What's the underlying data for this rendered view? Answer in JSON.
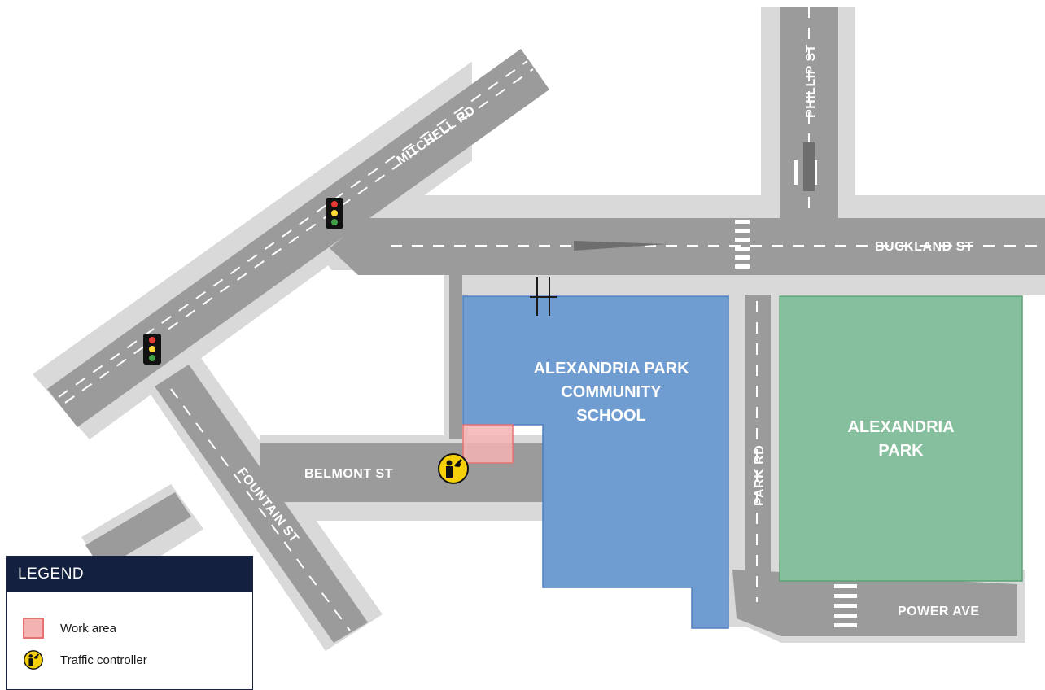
{
  "colors": {
    "road": "#9b9b9b",
    "footpath": "#d9d9d9",
    "school": "#6f9dd1",
    "park": "#86bf9d",
    "work_area": "#f4b3b3",
    "work_area_border": "#e57373",
    "legend_header": "#13203f",
    "traffic_controller": "#f6d10a"
  },
  "roads": {
    "mitchell": "MITCHELL RD",
    "phillip": "PHILLIP ST",
    "buckland": "BUCKLAND ST",
    "belmont": "BELMONT ST",
    "fountain": "FOUNTAIN ST",
    "park_rd": "PARK RD",
    "power": "POWER AVE"
  },
  "areas": {
    "school": [
      "ALEXANDRIA PARK",
      "COMMUNITY",
      "SCHOOL"
    ],
    "park": [
      "ALEXANDRIA",
      "PARK"
    ]
  },
  "icons": [
    "traffic-light-icon",
    "traffic-controller-icon",
    "pedestrian-crossing-icon"
  ],
  "legend": {
    "title": "LEGEND",
    "items": [
      {
        "icon": "work-area-swatch",
        "label": "Work area"
      },
      {
        "icon": "traffic-controller-icon",
        "label": "Traffic controller"
      }
    ]
  }
}
